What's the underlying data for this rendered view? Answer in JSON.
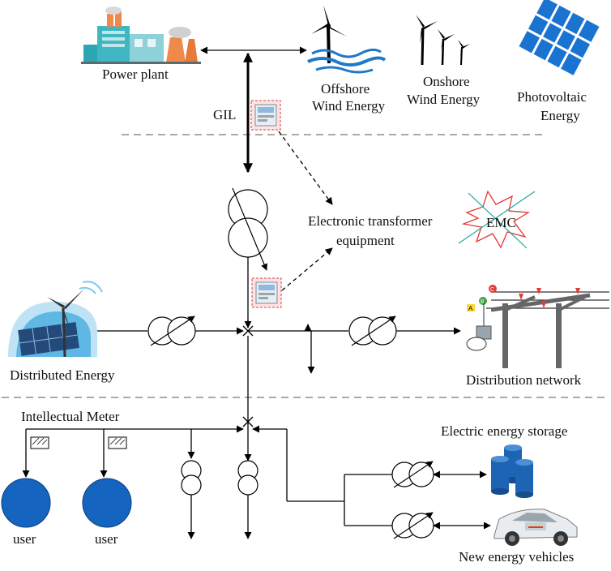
{
  "labels": {
    "power_plant": "Power plant",
    "offshore_wind": "Offshore",
    "offshore_wind_2": "Wind Energy",
    "onshore_wind": "Onshore",
    "onshore_wind_2": "Wind Energy",
    "photovoltaic": "Photovoltaic",
    "photovoltaic_2": "Energy",
    "gil": "GIL",
    "electronic_transformer": "Electronic transformer",
    "electronic_transformer_2": "equipment",
    "emc": "EMC",
    "distributed_energy": "Distributed Energy",
    "distribution_network": "Distribution network",
    "intellectual_meter": "Intellectual Meter",
    "user_1": "user",
    "user_2": "user",
    "electric_storage": "Electric energy storage",
    "new_energy_vehicles": "New energy vehicles"
  },
  "phase_tags": [
    "A",
    "B",
    "C"
  ],
  "colors": {
    "user_circle": "#1565c0",
    "panel_blue": "#1a73d1",
    "emc_red": "#e53935",
    "emc_green": "#26a69a",
    "storage_blue": "#1e64b4",
    "plant_teal": "#3fb7c2",
    "plant_orange": "#f08a4b",
    "sea_blue": "#1f78c8",
    "pole_gray": "#666666"
  },
  "icons": [
    "factory-icon",
    "wind-turbine-icon",
    "solar-panel-icon",
    "meter-icon",
    "transformer-symbol",
    "battery-icon",
    "car-icon",
    "power-pole-icon"
  ]
}
